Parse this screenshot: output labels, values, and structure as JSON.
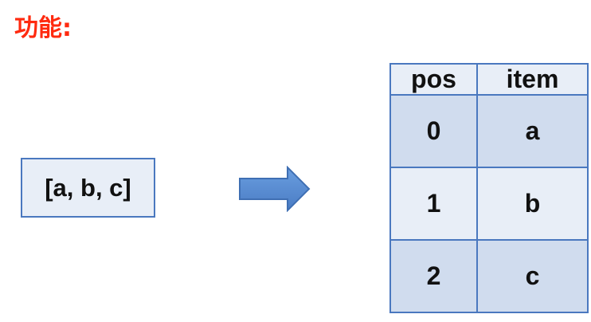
{
  "title": "功能:",
  "input_list": "[a, b, c]",
  "colors": {
    "title": "#ff2a0f",
    "border": "#4a78bf",
    "cell_light": "#e8eef7",
    "cell_dark": "#d0dcee",
    "arrow_fill": "#5b8fd3"
  },
  "arrow_icon": "right-arrow",
  "table": {
    "headers": [
      "pos",
      "item"
    ],
    "rows": [
      [
        "0",
        "a"
      ],
      [
        "1",
        "b"
      ],
      [
        "2",
        "c"
      ]
    ]
  }
}
